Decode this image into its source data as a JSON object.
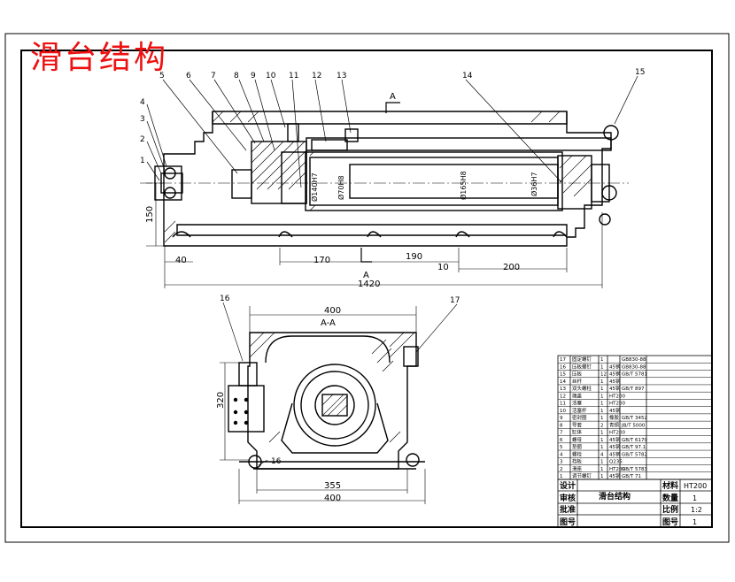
{
  "drawing_title": "滑台结构",
  "callouts": [
    "1",
    "2",
    "3",
    "4",
    "5",
    "6",
    "7",
    "8",
    "9",
    "10",
    "11",
    "12",
    "13",
    "14",
    "15",
    "16",
    "17"
  ],
  "section_marker": "A",
  "section_title": "A-A",
  "dimensions": {
    "height_150": "150",
    "d40": "40",
    "d170": "170",
    "d190": "190",
    "d10": "10",
    "d200": "200",
    "d1420": "1420",
    "top_400": "400",
    "h320": "320",
    "d355": "355",
    "bot_400": "400",
    "lbl_16": "16"
  },
  "diameters": {
    "phi140": "Ø140H7",
    "phi70": "Ø70H8",
    "phi165": "Ø165H8",
    "phi36": "Ø36H7"
  },
  "parts_table": {
    "rows": [
      {
        "no": "17",
        "name": "固定螺钉",
        "qty": "1",
        "mat": "",
        "std": "GB830-88"
      },
      {
        "no": "16",
        "name": "压板螺钉",
        "qty": "1",
        "mat": "45钢",
        "std": "GB830-88"
      },
      {
        "no": "15",
        "name": "压板",
        "qty": "12",
        "mat": "45钢",
        "std": "GB/T 5781"
      },
      {
        "no": "14",
        "name": "丝杆",
        "qty": "1",
        "mat": "45钢",
        "std": ""
      },
      {
        "no": "13",
        "name": "双头螺柱",
        "qty": "1",
        "mat": "45钢",
        "std": "GB/T 897"
      },
      {
        "no": "12",
        "name": "端盖",
        "qty": "1",
        "mat": "HT200",
        "std": ""
      },
      {
        "no": "11",
        "name": "活塞",
        "qty": "1",
        "mat": "HT200",
        "std": ""
      },
      {
        "no": "10",
        "name": "活塞杆",
        "qty": "1",
        "mat": "45钢",
        "std": ""
      },
      {
        "no": "9",
        "name": "密封圈",
        "qty": "1",
        "mat": "橡胶",
        "std": "GB/T 3452"
      },
      {
        "no": "8",
        "name": "导套",
        "qty": "2",
        "mat": "青铜",
        "std": "JB/T 5000"
      },
      {
        "no": "7",
        "name": "缸体",
        "qty": "1",
        "mat": "HT200",
        "std": ""
      },
      {
        "no": "6",
        "name": "螺母",
        "qty": "1",
        "mat": "45钢",
        "std": "GB/T 6170"
      },
      {
        "no": "5",
        "name": "垫圈",
        "qty": "1",
        "mat": "45钢",
        "std": "GB/T 97.1"
      },
      {
        "no": "4",
        "name": "螺栓",
        "qty": "4",
        "mat": "45钢",
        "std": "GB/T 5782"
      },
      {
        "no": "3",
        "name": "挡板",
        "qty": "1",
        "mat": "Q235",
        "std": ""
      },
      {
        "no": "2",
        "name": "滑座",
        "qty": "1",
        "mat": "HT200",
        "std": "GB/T 5783"
      },
      {
        "no": "1",
        "name": "调节螺钉",
        "qty": "1",
        "mat": "45钢",
        "std": "GB/T 71"
      }
    ]
  },
  "title_block": {
    "design": "设计",
    "check": "审核",
    "approve": "批准",
    "drawing_name": "滑台结构",
    "material_label": "材料",
    "material_value": "HT200",
    "qty_label": "数量",
    "qty_value": "1",
    "scale_label": "比例",
    "scale_value": "1:2",
    "sheet_label": "图号",
    "sheet_value": "1"
  }
}
